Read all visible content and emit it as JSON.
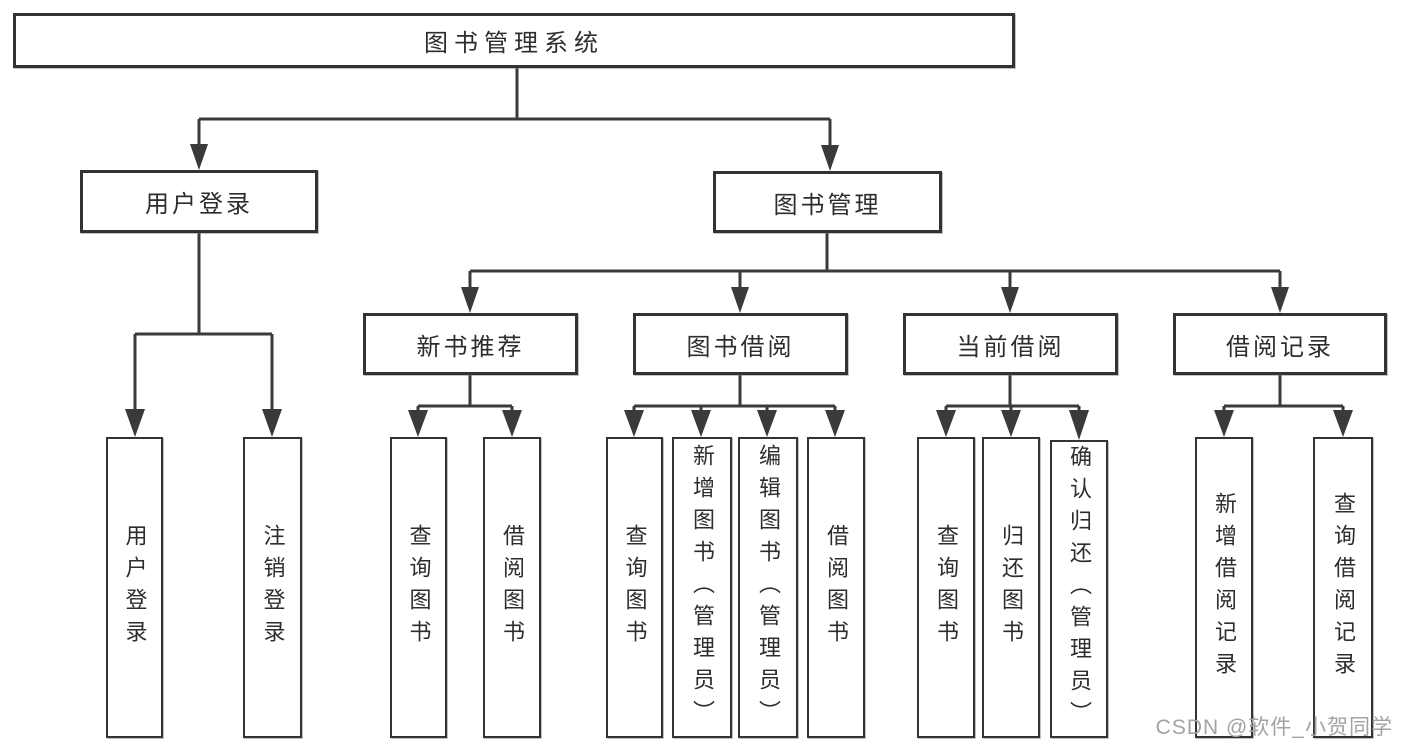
{
  "diagram": {
    "root": {
      "label": "图书管理系统"
    },
    "branches": [
      {
        "label": "用户登录",
        "children": [
          {
            "label": "用户登录"
          },
          {
            "label": "注销登录"
          }
        ]
      },
      {
        "label": "图书管理",
        "children": [
          {
            "label": "新书推荐",
            "children": [
              {
                "label": "查询图书"
              },
              {
                "label": "借阅图书"
              }
            ]
          },
          {
            "label": "图书借阅",
            "children": [
              {
                "label": "查询图书"
              },
              {
                "label": "新增图书（管理员）"
              },
              {
                "label": "编辑图书（管理员）"
              },
              {
                "label": "借阅图书"
              }
            ]
          },
          {
            "label": "当前借阅",
            "children": [
              {
                "label": "查询图书"
              },
              {
                "label": "归还图书"
              },
              {
                "label": "确认归还（管理员）"
              }
            ]
          },
          {
            "label": "借阅记录",
            "children": [
              {
                "label": "新增借阅记录"
              },
              {
                "label": "查询借阅记录"
              }
            ]
          }
        ]
      }
    ]
  },
  "watermark": "CSDN @软件_小贺同学",
  "colors": {
    "line": "#3a3a3a",
    "border": "#333333",
    "text": "#2d2d2d",
    "watermark": "#a3a3a3",
    "background": "#ffffff"
  }
}
